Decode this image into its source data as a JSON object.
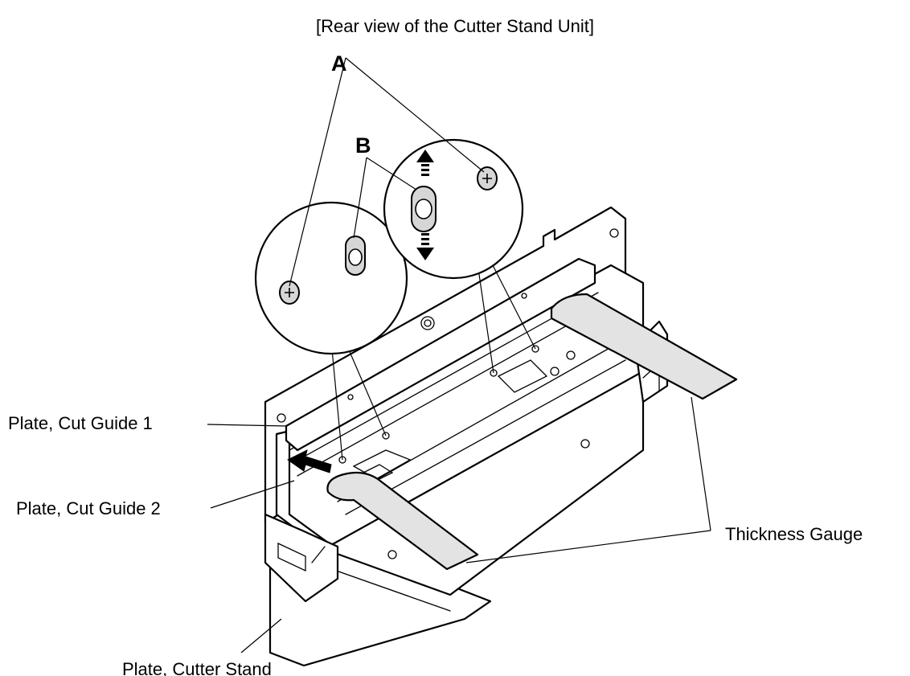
{
  "title": "[Rear view of the Cutter Stand Unit]",
  "labels": {
    "a": "A",
    "b": "B",
    "plate_cut_guide_1": "Plate, Cut Guide 1",
    "plate_cut_guide_2": "Plate, Cut Guide 2",
    "thickness_gauge": "Thickness Gauge",
    "plate_cutter_stand": "Plate, Cutter Stand"
  },
  "colors": {
    "gauge_fill": "#e3e3e3",
    "screw_fill": "#d6d6d6",
    "line": "#000000"
  },
  "icons": {
    "screw_a": "phillips-screw-icon",
    "screw_b": "slotted-hole-screw-icon",
    "adjust_up": "arrow-up-icon",
    "adjust_down": "arrow-down-icon",
    "insert_direction": "arrow-left-icon"
  }
}
